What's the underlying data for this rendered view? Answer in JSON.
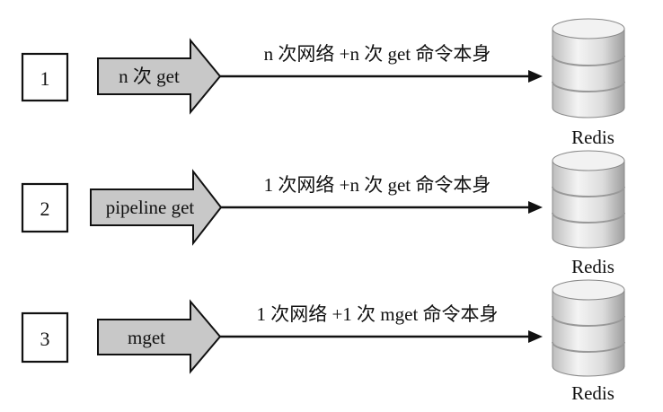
{
  "rows": [
    {
      "number": "1",
      "arrow_label": "n 次 get",
      "line_label": "n 次网络 +n 次 get 命令本身",
      "db_label": "Redis"
    },
    {
      "number": "2",
      "arrow_label": "pipeline get",
      "line_label": "1 次网络 +n 次 get 命令本身",
      "db_label": "Redis"
    },
    {
      "number": "3",
      "arrow_label": "mget",
      "line_label": "1 次网络 +1 次 mget 命令本身",
      "db_label": "Redis"
    }
  ],
  "colors": {
    "arrow_fill": "#c8c8c8",
    "stroke": "#111111",
    "db_body": "#d9d9d9",
    "db_top": "#f2f2f2"
  },
  "icons": {
    "database": "database-icon"
  }
}
